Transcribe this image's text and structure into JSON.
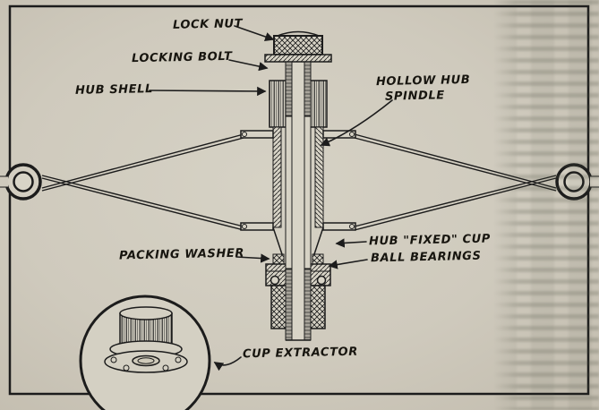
{
  "figure": {
    "labels": {
      "lock_nut": "LOCK NUT",
      "locking_bolt": "LOCKING BOLT",
      "hub_shell": "HUB SHELL",
      "hollow_hub_spindle_line1": "HOLLOW HUB",
      "hollow_hub_spindle_line2": "SPINDLE",
      "packing_washer": "PACKING WASHER",
      "hub_fixed_cup": "HUB \"FIXED\" CUP",
      "ball_bearings": "BALL BEARINGS",
      "cup_extractor": "CUP EXTRACTOR"
    },
    "colors": {
      "paper": "#d6d2c5",
      "ink": "#1c1c1c"
    }
  }
}
